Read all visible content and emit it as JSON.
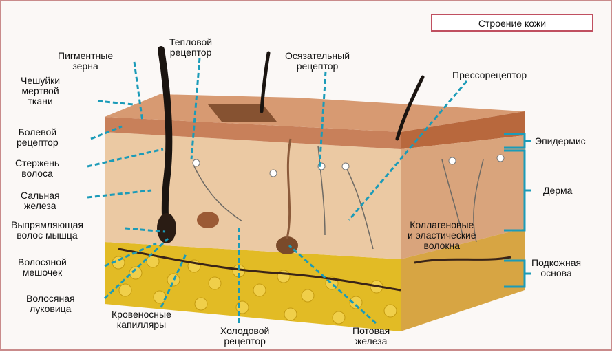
{
  "title": "Строение кожи",
  "colors": {
    "leader": "#1b9bb8",
    "epidermis": "#c77a52",
    "dermis": "#e9c39a",
    "fat": "#e0b820",
    "hair": "#1a1410",
    "frame": "#c05060"
  },
  "labels": {
    "pigment": "Пигментные\nзерна",
    "scales": "Чешуйки\nмертвой\nткани",
    "pain": "Болевой\nрецептор",
    "shaft": "Стержень\nволоса",
    "sebaceous": "Сальная\nжелеза",
    "muscle": "Выпрямляющая\nволос мышца",
    "follicle": "Волосяной\nмешочек",
    "bulb": "Волосяная\nлуковица",
    "capillaries": "Кровеносные\nкапилляры",
    "cold": "Холодовой\nрецептор",
    "sweat": "Потовая\nжелеза",
    "heat": "Тепловой\nрецептор",
    "touch": "Осязательный\nрецептор",
    "pressure": "Прессорецептор",
    "epidermis": "Эпидермис",
    "dermis": "Дерма",
    "collagen": "Коллагеновые\nи эластические\nволокна",
    "subcutaneous": "Подкожная\nоснова"
  }
}
